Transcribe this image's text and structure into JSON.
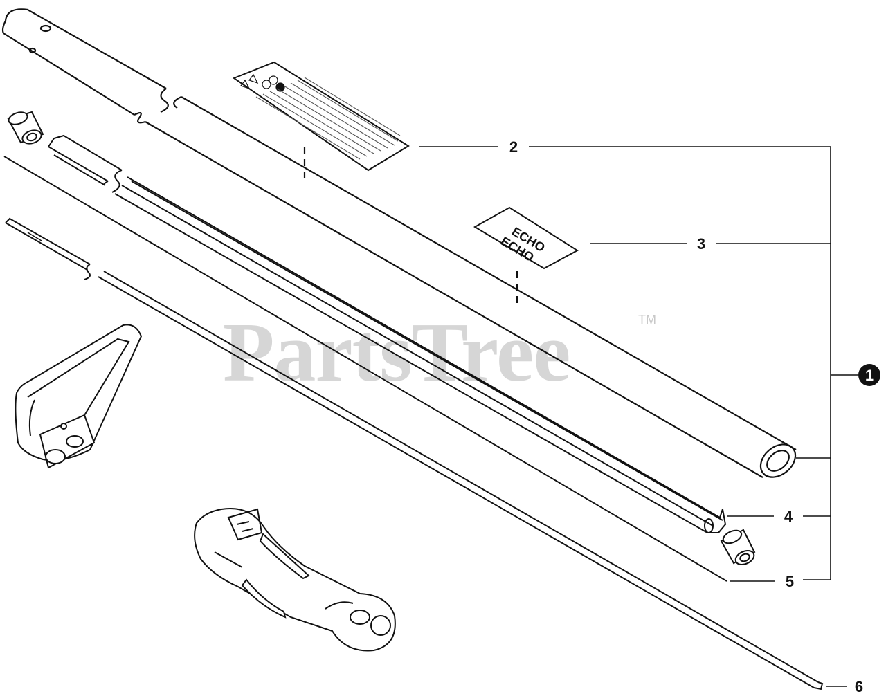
{
  "watermark": {
    "text": "PartsTree",
    "trademark": "TM"
  },
  "decal_brand": "ECHO",
  "callouts": {
    "c1": "1",
    "c2": "2",
    "c3": "3",
    "c4": "4",
    "c5": "5",
    "c6": "6"
  },
  "colors": {
    "line": "#111111",
    "watermark": "#cfcfcf",
    "background": "#ffffff"
  }
}
